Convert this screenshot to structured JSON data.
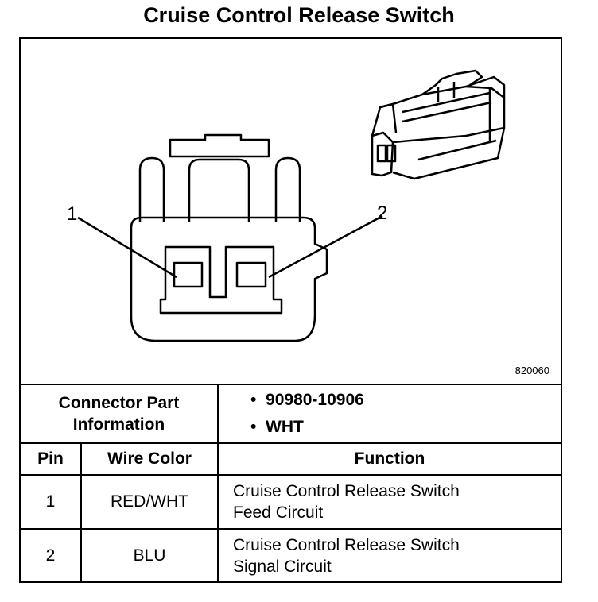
{
  "title": "Cruise Control Release Switch",
  "figure_number": "820060",
  "pin_callouts": [
    "1",
    "2"
  ],
  "connector_part_info": {
    "label_line1": "Connector Part",
    "label_line2": "Information",
    "items": [
      "90980-10906",
      "WHT"
    ],
    "bullet": "•"
  },
  "table": {
    "headers": [
      "Pin",
      "Wire Color",
      "Function"
    ],
    "rows": [
      {
        "pin": "1",
        "wire_color": "RED/WHT",
        "function_line1": "Cruise Control Release Switch",
        "function_line2": "Feed Circuit"
      },
      {
        "pin": "2",
        "wire_color": "BLU",
        "function_line1": "Cruise Control Release Switch",
        "function_line2": "Signal Circuit"
      }
    ]
  }
}
